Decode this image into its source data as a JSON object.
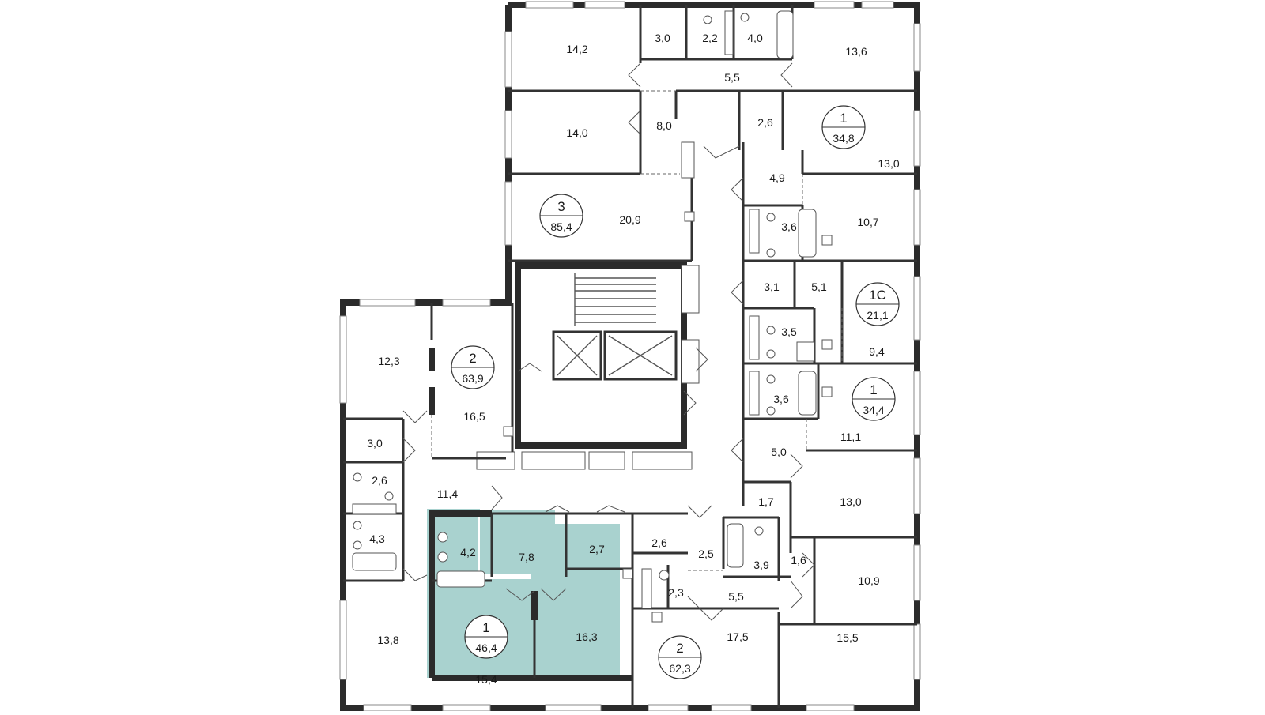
{
  "colors": {
    "highlight_apartment": "#a9d2cf",
    "wall": "#333333",
    "background": "#ffffff"
  },
  "apartments": [
    {
      "id": "apt-3-top",
      "rooms": "3",
      "area": "85,4"
    },
    {
      "id": "apt-1-upper",
      "rooms": "1",
      "area": "34,8"
    },
    {
      "id": "apt-1c",
      "rooms": "1С",
      "area": "21,1"
    },
    {
      "id": "apt-1-middle",
      "rooms": "1",
      "area": "34,4"
    },
    {
      "id": "apt-2-left",
      "rooms": "2",
      "area": "63,9"
    },
    {
      "id": "apt-1-highlighted",
      "rooms": "1",
      "area": "46,4"
    },
    {
      "id": "apt-2-bottom",
      "rooms": "2",
      "area": "62,3"
    }
  ],
  "room_areas": [
    "14,2",
    "3,0",
    "2,2",
    "4,0",
    "13,6",
    "5,5",
    "14,0",
    "8,0",
    "2,6",
    "13,0",
    "4,9",
    "20,9",
    "3,6",
    "10,7",
    "3,1",
    "5,1",
    "3,5",
    "9,4",
    "12,3",
    "16,5",
    "3,6",
    "11,1",
    "3,0",
    "5,0",
    "2,6",
    "11,4",
    "1,7",
    "13,0",
    "4,3",
    "4,2",
    "7,8",
    "2,7",
    "2,6",
    "2,5",
    "3,9",
    "1,6",
    "10,9",
    "2,3",
    "5,5",
    "13,8",
    "16,3",
    "17,5",
    "15,5",
    "15,4"
  ]
}
